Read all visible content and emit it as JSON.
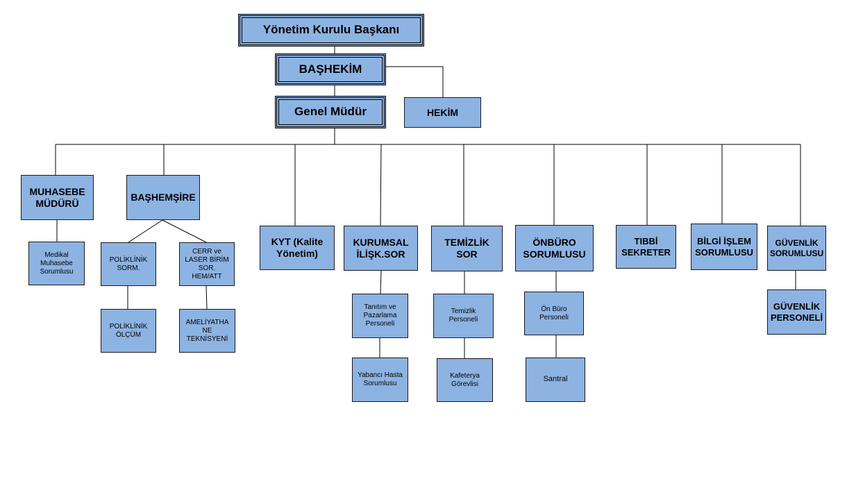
{
  "org": {
    "chairman": "Yönetim Kurulu Başkanı",
    "chief_physician": "BAŞHEKİM",
    "physician": "HEKİM",
    "general_manager": "Genel Müdür",
    "accounting_manager": "MUHASEBE\nMÜDÜRÜ",
    "medical_accounting": "Medikal\nMuhasebe\nSorumlusu",
    "head_nurse": "BAŞHEMŞİRE",
    "polyclinic_resp": "POLİKLİNİK\nSORM.",
    "polyclinic_measure": "POLİKLİNİK\nÖLÇÜM",
    "surgery_laser": "CERR ve\nLASER BİRİM\nSOR.\nHEM/ATT",
    "surgery_technician": "AMELİYATHA\nNE\nTEKNİSYENİ",
    "quality": "KYT (Kalite\nYönetim)",
    "corporate_relations": "KURUMSAL\nİLİŞK.SOR",
    "promotion_staff": "Tanıtım ve\nPazarlama\nPersoneli",
    "foreign_patient": "Yabancı Hasta\nSorumlusu",
    "cleaning_resp": "TEMİZLİK\nSOR",
    "cleaning_staff": "Temizlik\nPersoneli",
    "cafeteria": "Kafeterya\nGörevlisi",
    "front_office_resp": "ÖNBÜRO\nSORUMLUSU",
    "front_office_staff": "Ön Büro\nPersoneli",
    "switchboard": "Santral",
    "medical_secretary": "TIBBİ\nSEKRETER",
    "it_resp": "BİLGİ İŞLEM\nSORUMLUSU",
    "security_resp": "GÜVENLİK\nSORUMLUSU",
    "security_staff": "GÜVENLİK\nPERSONELİ"
  }
}
